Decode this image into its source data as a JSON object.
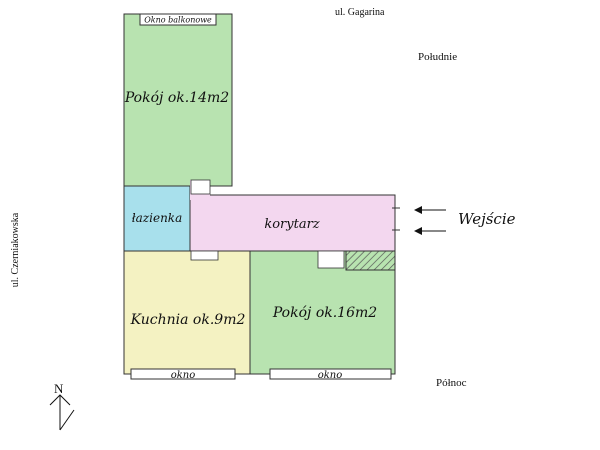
{
  "streets": {
    "top": "ul. Gagarina",
    "left": "ul. Czerniakowska"
  },
  "directions": {
    "south": "Południe",
    "north": "Północ",
    "compass_letter": "N"
  },
  "entrance": {
    "label": "Wejście"
  },
  "rooms": {
    "room_14": "Pokój ok.14m2",
    "bathroom": "łazienka",
    "corridor": "korytarz",
    "kitchen": "Kuchnia ok.9m2",
    "room_16": "Pokój ok.16m2"
  },
  "windows": {
    "balcony": "Okno balkonowe",
    "kitchen": "okno",
    "room_16": "okno"
  },
  "colors": {
    "room_green": "#b8e3b0",
    "bathroom_cyan": "#a8e0ec",
    "corridor_pink": "#f3d7ef",
    "kitchen_yellow": "#f4f2c2",
    "wall": "#333333"
  }
}
